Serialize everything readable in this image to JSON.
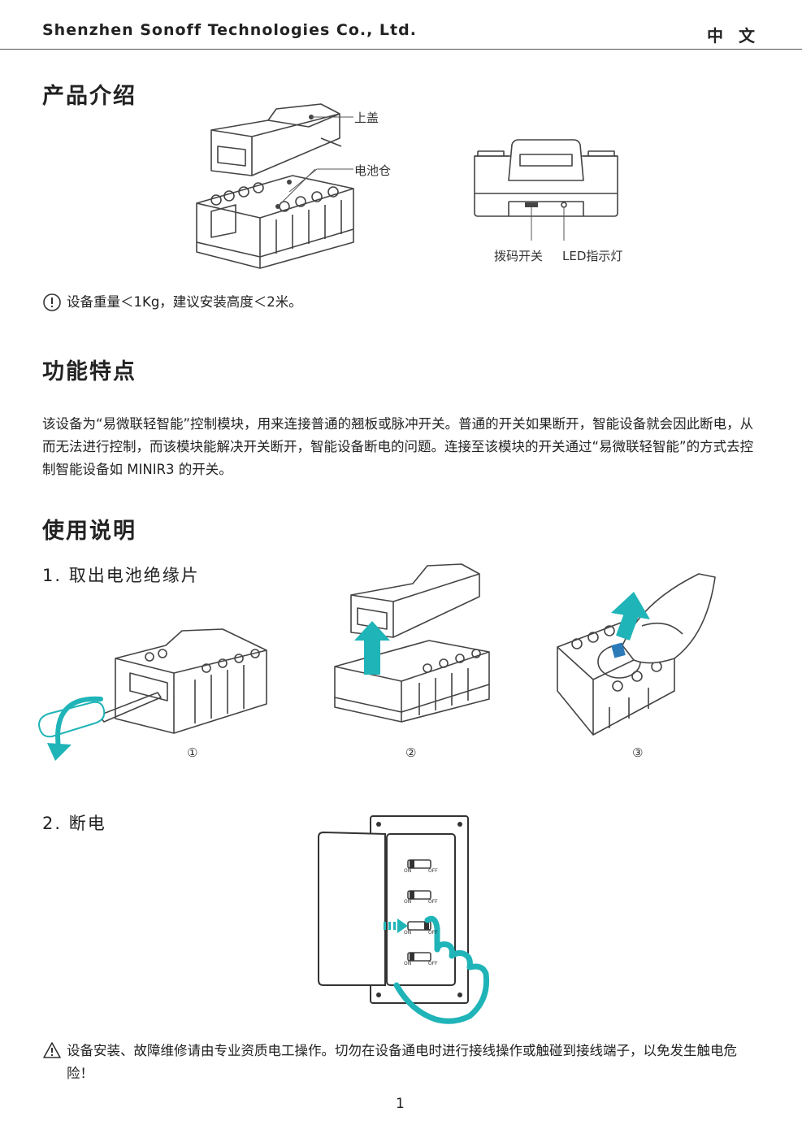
{
  "header": {
    "company": "Shenzhen Sonoff Technologies Co., Ltd.",
    "language": "中 文"
  },
  "intro": {
    "title": "产品介绍",
    "label_top_cover": "上盖",
    "label_battery": "电池仓",
    "label_dip": "拨码开关",
    "label_led": "LED指示灯",
    "note": "设备重量＜1Kg，建议安装高度＜2米。"
  },
  "features": {
    "title": "功能特点",
    "paragraph": "该设备为“易微联轻智能”控制模块，用来连接普通的翘板或脉冲开关。普通的开关如果断开，智能设备就会因此断电，从而无法进行控制，而该模块能解决开关断开，智能设备断电的问题。连接至该模块的开关通过“易微联轻智能”的方式去控制智能设备如 MINIR3 的开关。"
  },
  "usage": {
    "title": "使用说明",
    "step1": "1. 取出电池绝缘片",
    "step1_markers": [
      "①",
      "②",
      "③"
    ],
    "step2": "2. 断电",
    "switch_labels": {
      "on": "ON",
      "off": "OFF"
    },
    "warning": "设备安装、故障维修请由专业资质电工操作。切勿在设备通电时进行接线操作或触碰到接线端子，以免发生触电危险！"
  },
  "page_number": "1",
  "colors": {
    "accent": "#1fb4b8",
    "line": "#444444"
  }
}
